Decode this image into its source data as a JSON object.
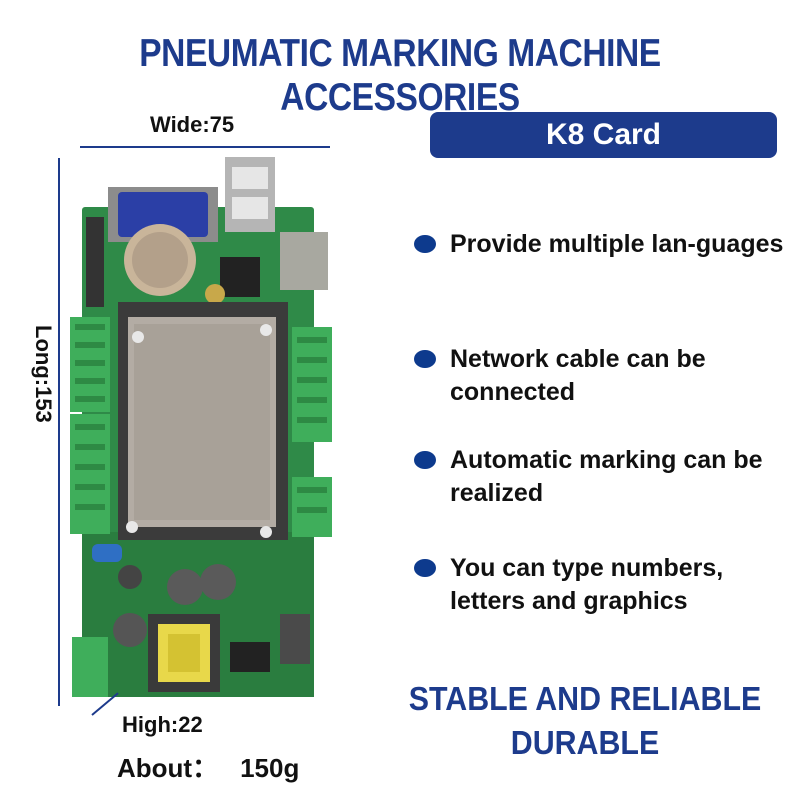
{
  "title": "PNEUMATIC MARKING MACHINE ACCESSORIES",
  "dimensions": {
    "wide": "Wide:75",
    "long": "Long:153",
    "high": "High:22",
    "weight_label": "About：",
    "weight_value": "150g"
  },
  "product": {
    "badge": "K8 Card"
  },
  "features": [
    "Provide multiple lan-guages",
    "Network cable can be connected",
    "Automatic marking can be realized",
    "You can type numbers, letters and graphics"
  ],
  "slogan": {
    "line1": "STABLE AND RELIABLE",
    "line2": "DURABLE"
  },
  "colors": {
    "brand_blue": "#1d3b8c",
    "pcb_green": "#2f8a48",
    "terminal_green": "#3fae5b"
  }
}
